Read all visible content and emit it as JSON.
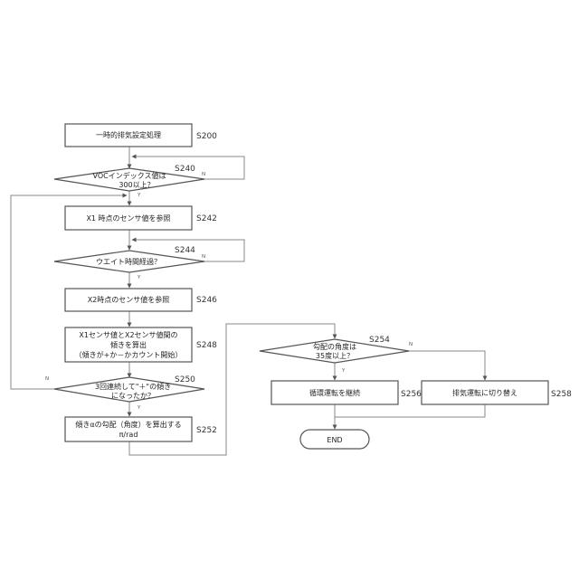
{
  "nodes": {
    "s200": {
      "lines": [
        "一時的排気設定処理"
      ],
      "step": "S200"
    },
    "s240": {
      "lines": [
        "VOCインデックス値は",
        "300以上？"
      ],
      "step": "S240",
      "yes": "Y",
      "no": "N"
    },
    "s242": {
      "lines": [
        "X1 時点のセンサ値を参照"
      ],
      "step": "S242"
    },
    "s244": {
      "lines": [
        "ウエイト時間経過？"
      ],
      "step": "S244",
      "yes": "Y",
      "no": "N"
    },
    "s246": {
      "lines": [
        "X2時点のセンサ値を参照"
      ],
      "step": "S246"
    },
    "s248": {
      "lines": [
        "X1センサ値とX2センサ値間の",
        "傾きを算出",
        "（傾きが+か－かカウント開始）"
      ],
      "step": "S248"
    },
    "s250": {
      "lines": [
        "3回連続して\"＋\"の傾き",
        "になったか？"
      ],
      "step": "S250",
      "yes": "Y",
      "no": "N"
    },
    "s252": {
      "lines": [
        "傾きαの勾配（角度）を算出する",
        "π/rad"
      ],
      "step": "S252"
    },
    "s254": {
      "lines": [
        "勾配の角度は",
        "35度以上？"
      ],
      "step": "S254",
      "yes": "Y",
      "no": "N"
    },
    "s256": {
      "lines": [
        "循環運転を継続"
      ],
      "step": "S256"
    },
    "s258": {
      "lines": [
        "排気運転に切り替え"
      ],
      "step": "S258"
    },
    "end": {
      "lines": [
        "END"
      ]
    }
  }
}
